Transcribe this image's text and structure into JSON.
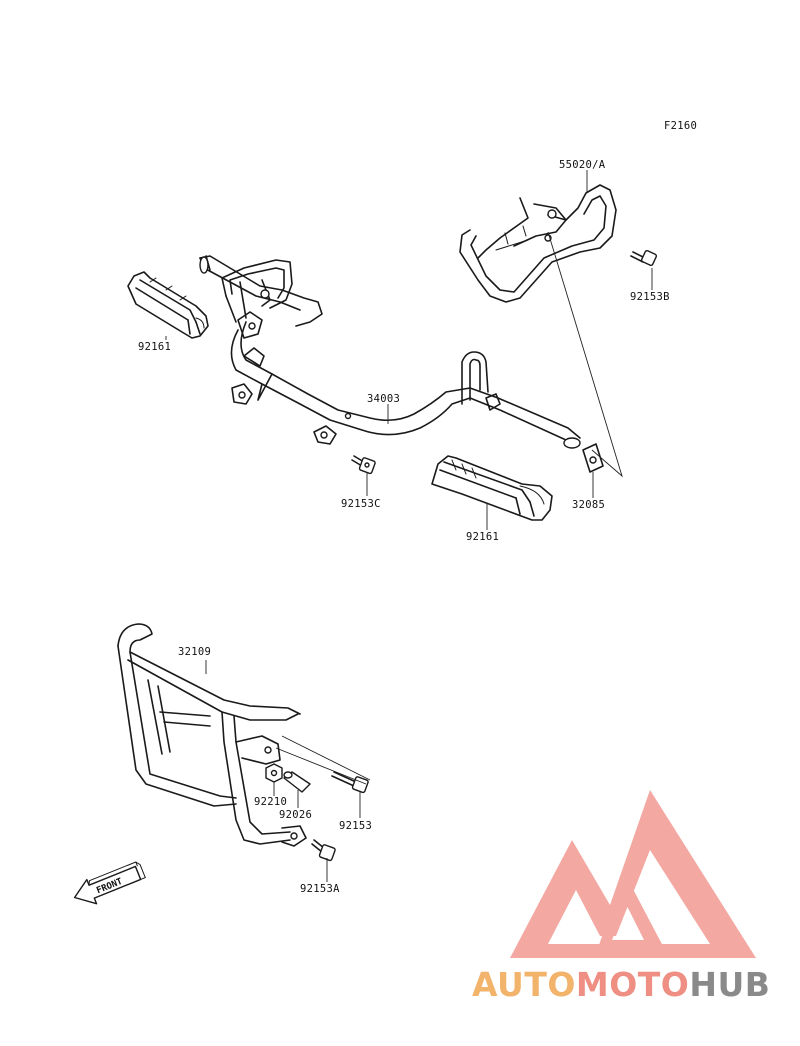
{
  "figure_code": "F2160",
  "part_labels": [
    {
      "id": "lbl-55020a",
      "text": "55020/A"
    },
    {
      "id": "lbl-92153b",
      "text": "92153B"
    },
    {
      "id": "lbl-92161-a",
      "text": "92161"
    },
    {
      "id": "lbl-34003",
      "text": "34003"
    },
    {
      "id": "lbl-92153c",
      "text": "92153C"
    },
    {
      "id": "lbl-32085",
      "text": "32085"
    },
    {
      "id": "lbl-92161-b",
      "text": "92161"
    },
    {
      "id": "lbl-32109",
      "text": "32109"
    },
    {
      "id": "lbl-92210",
      "text": "92210"
    },
    {
      "id": "lbl-92026",
      "text": "92026"
    },
    {
      "id": "lbl-92153",
      "text": "92153"
    },
    {
      "id": "lbl-92153a",
      "text": "92153A"
    }
  ],
  "front_arrow": {
    "text": "FRONT"
  },
  "watermark": {
    "parts": [
      {
        "text": "AUTO",
        "color": "#f2b36b"
      },
      {
        "text": "MOTO",
        "color": "#ef8f83"
      },
      {
        "text": "HUB",
        "color": "#8a8a8a"
      }
    ],
    "logo_color": "#f29a92"
  }
}
